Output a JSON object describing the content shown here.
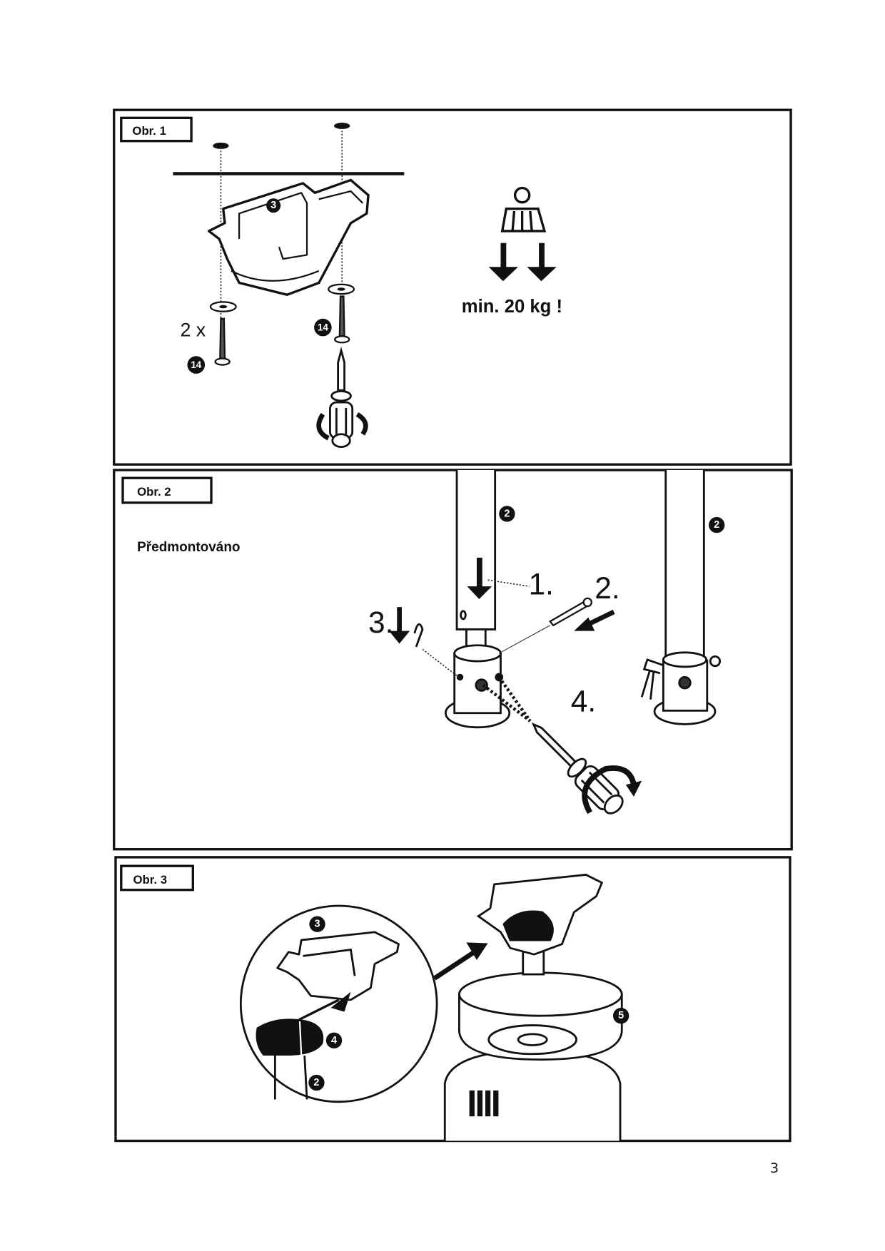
{
  "figures": [
    {
      "label": "Obr. 1",
      "weight_note": "min. 20 kg !",
      "quantity": "2 x",
      "part_badges": {
        "bracket": "3",
        "screw_left": "14",
        "screw_right": "14"
      }
    },
    {
      "label": "Obr. 2",
      "note": "Předmontováno",
      "steps": [
        "1.",
        "2.",
        "3.",
        "4."
      ],
      "part_badges": {
        "pole_left": "2",
        "pole_right": "2"
      }
    },
    {
      "label": "Obr. 3",
      "part_badges": {
        "bracket": "3",
        "ball": "4",
        "pole": "2",
        "canopy": "5"
      }
    }
  ],
  "page_number": "3"
}
